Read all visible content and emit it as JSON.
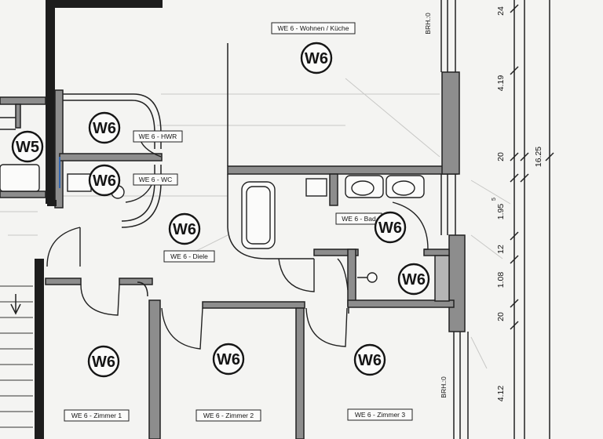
{
  "rooms": {
    "wohnen": {
      "badge": "W6",
      "label": "WE 6 - Wohnen / Küche"
    },
    "hwr": {
      "badge": "W6",
      "label": "WE 6 - HWR"
    },
    "wc": {
      "badge": "W6",
      "label": "WE 6 - WC"
    },
    "w5": {
      "badge": "W5"
    },
    "diele": {
      "badge": "W6",
      "label": "WE 6 - Diele"
    },
    "bad": {
      "badge": "W6",
      "label": "WE 6 - Bad"
    },
    "abstell": {
      "badge": "W6"
    },
    "zimmer1": {
      "badge": "W6",
      "label": "WE 6 - Zimmer 1"
    },
    "zimmer2": {
      "badge": "W6",
      "label": "WE 6 - Zimmer 2"
    },
    "zimmer3": {
      "badge": "W6",
      "label": "WE 6 - Zimmer 3"
    }
  },
  "annotations": {
    "brh_top": "BRH.:0",
    "brh_bottom": "BRH.:0"
  },
  "dimensions": {
    "inner": [
      "24",
      "4.19",
      "20",
      "1.95",
      "12",
      "1.08",
      "20",
      "4.12"
    ],
    "inner_superscript": "5",
    "outer": "16.25"
  }
}
